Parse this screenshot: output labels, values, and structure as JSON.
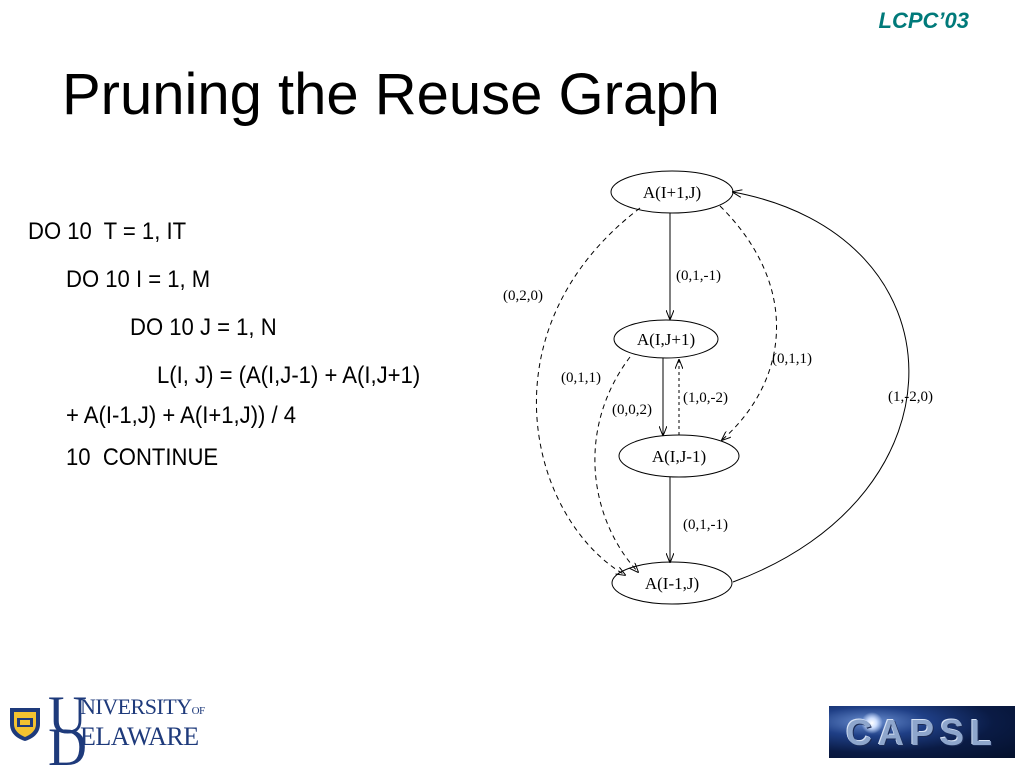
{
  "header": {
    "conference_tag": "LCPC’03"
  },
  "title": "Pruning the Reuse Graph",
  "code_lines": [
    "DO 10  T = 1, IT",
    "DO 10 I = 1, M",
    "DO 10 J = 1, N",
    "L(I, J) = (A(I,J-1) + A(I,J+1)",
    "+ A(I-1,J) + A(I+1,J)) / 4",
    "10  CONTINUE"
  ],
  "graph": {
    "nodes": {
      "n_ip1_j": "A(I+1,J)",
      "n_i_jp1": "A(I,J+1)",
      "n_i_jm1": "A(I,J-1)",
      "n_im1_j": "A(I-1,J)"
    },
    "edges": {
      "e_top_to_jp1": "(0,1,-1)",
      "e_top_to_jm1_dashed": "(0,1,1)",
      "e_top_to_im1_dashed": "(0,2,0)",
      "e_im1_to_top": "(1,-2,0)",
      "e_jp1_to_jm1": "(0,0,2)",
      "e_jm1_to_jp1": "(1,0,-2)",
      "e_jp1_to_im1_dashed": "(0,1,1)",
      "e_jm1_to_im1": "(0,1,-1)"
    },
    "colors": {
      "stroke": "#000000"
    }
  },
  "logos": {
    "university": {
      "line1_initial": "U",
      "line1_rest": "NIVERSITY",
      "line1_suffix": "OF",
      "line2_initial": "D",
      "line2_rest": "ELAWARE",
      "brand_color": "#1e3a7b",
      "accent_color": "#f2c230"
    },
    "lab": {
      "text": "CAPSL"
    }
  },
  "colors": {
    "accent": "#007a7a",
    "title": "#000000"
  }
}
